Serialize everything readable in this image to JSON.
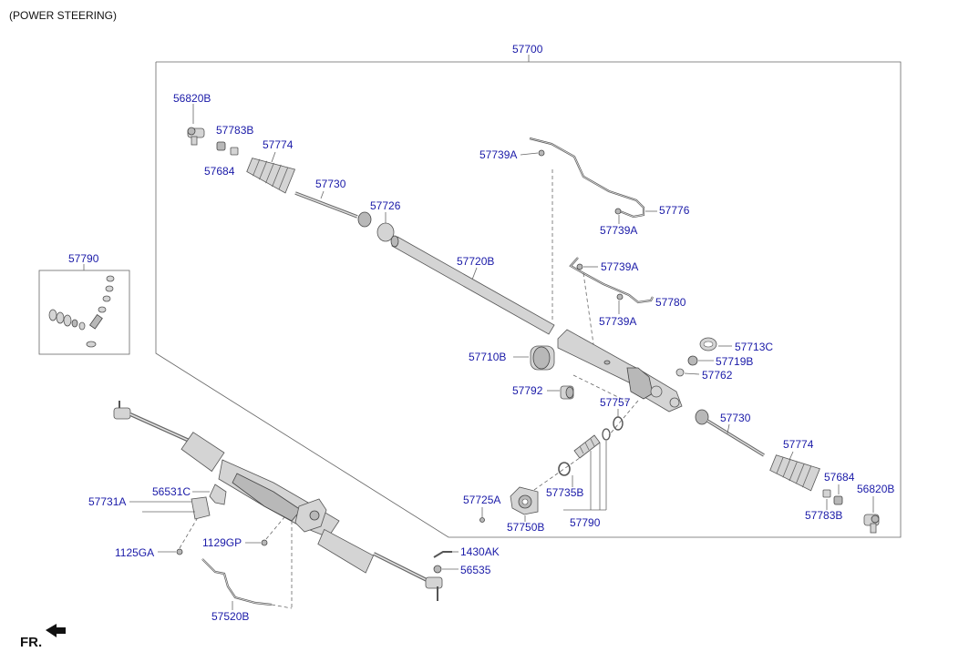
{
  "header": "(POWER STEERING)",
  "direction_label": "FR.",
  "labels": {
    "assy": "57700",
    "kit_box": "57790",
    "tie_end_l": "56820B",
    "tie_end_r": "56820B",
    "nut_l": "57783B",
    "nut_r": "57783B",
    "clip_l": "57684",
    "clip_r": "57684",
    "boot_l": "57774",
    "boot_r": "57774",
    "inner_rod_l": "57730",
    "inner_rod_r": "57730",
    "bush_a": "57726",
    "rack": "57720B",
    "tube_a1": "57739A",
    "tube_a2": "57739A",
    "tube_a3": "57739A",
    "tube_a4": "57739A",
    "tube_776": "57776",
    "tube_780": "57780",
    "housing_bush": "57710B",
    "seal_713": "57713C",
    "nut_719": "57719B",
    "plug_762": "57762",
    "ring_792": "57792",
    "oring_757": "57757",
    "bolt_725": "57725A",
    "pinion_750": "57750B",
    "seal_735": "57735B",
    "kit_790": "57790",
    "bracket_531": "56531C",
    "bracket_731": "57731A",
    "bolt_125": "1125GA",
    "bolt_129": "1129GP",
    "hose_520": "57520B",
    "bolt_1430": "1430AK",
    "nut_535": "56535"
  }
}
